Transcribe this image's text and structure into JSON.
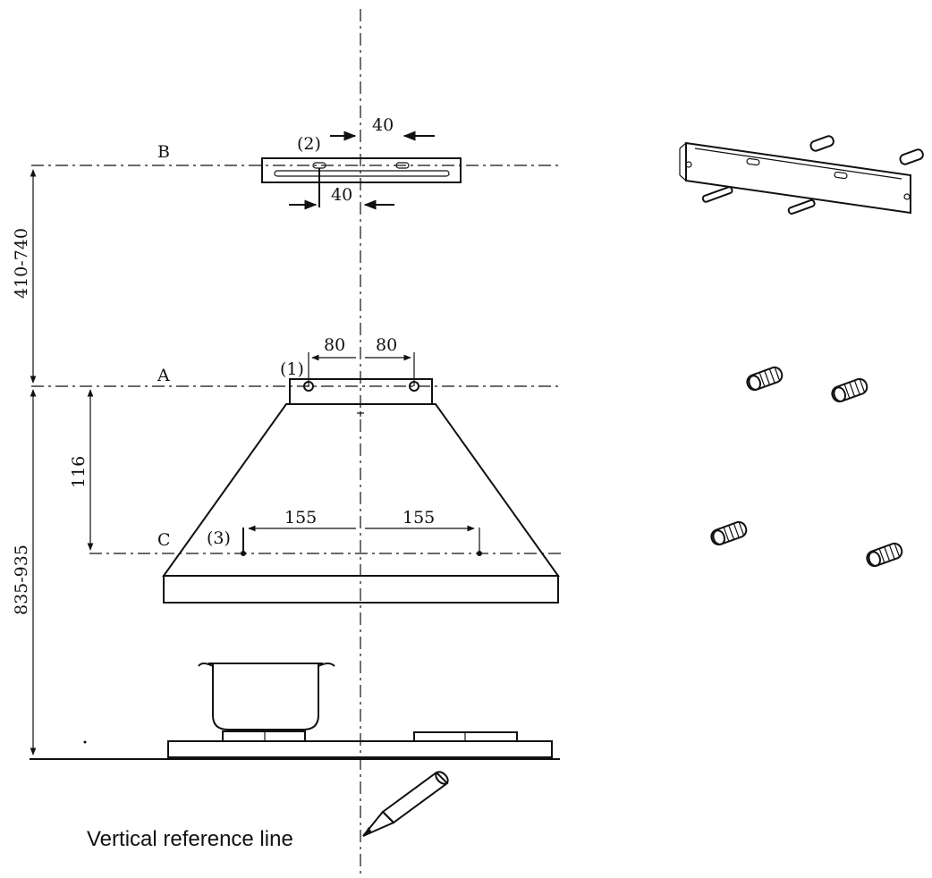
{
  "lines": {
    "b": "B",
    "a": "A",
    "c": "C"
  },
  "callouts": {
    "c1": "(1)",
    "c2": "(2)",
    "c3": "(3)"
  },
  "dimensions": {
    "top_left_offset": "40",
    "top_right_offset": "40",
    "hole_left": "80",
    "hole_right": "80",
    "lower_left": "155",
    "lower_right": "155",
    "a_to_c": "116",
    "b_to_a": "410-740",
    "a_to_hob": "835-935"
  },
  "caption": "Vertical reference line",
  "colors": {
    "ink": "#111111",
    "background": "#ffffff"
  }
}
